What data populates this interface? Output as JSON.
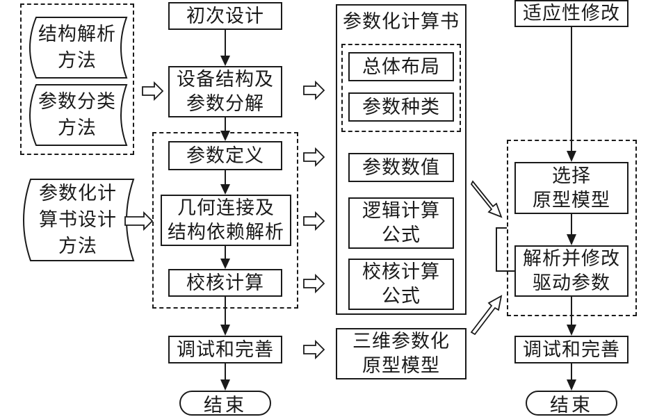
{
  "left_methods": {
    "group_items": [
      {
        "label": "结构解析\n方法"
      },
      {
        "label": "参数分类\n方法"
      }
    ],
    "calc_book_method": {
      "label": "参数化计\n算书设计\n方法"
    }
  },
  "main_flow": {
    "initial_design": "初次设计",
    "decompose": "设备结构及\n参数分解",
    "param_definition": "参数定义",
    "geometry_analysis": "几何连接及\n结构依赖解析",
    "check_calc": "校核计算",
    "debug_refine": "调试和完善",
    "end": "结束"
  },
  "calc_book": {
    "title": "参数化计算书",
    "layout": "总体布局",
    "param_types": "参数种类",
    "param_values": "参数数值",
    "logic_formula": "逻辑计算\n公式",
    "check_formula": "校核计算\n公式"
  },
  "prototype_model": "三维参数化\n原型模型",
  "adaptive_flow": {
    "adaptive_modify": "适应性修改",
    "select_prototype": "选择\n原型模型",
    "parse_modify": "解析并修改\n驱动参数",
    "debug_refine": "调试和完善",
    "end": "结束"
  },
  "colors": {
    "stroke": "#1a1a1a",
    "background": "#ffffff"
  }
}
